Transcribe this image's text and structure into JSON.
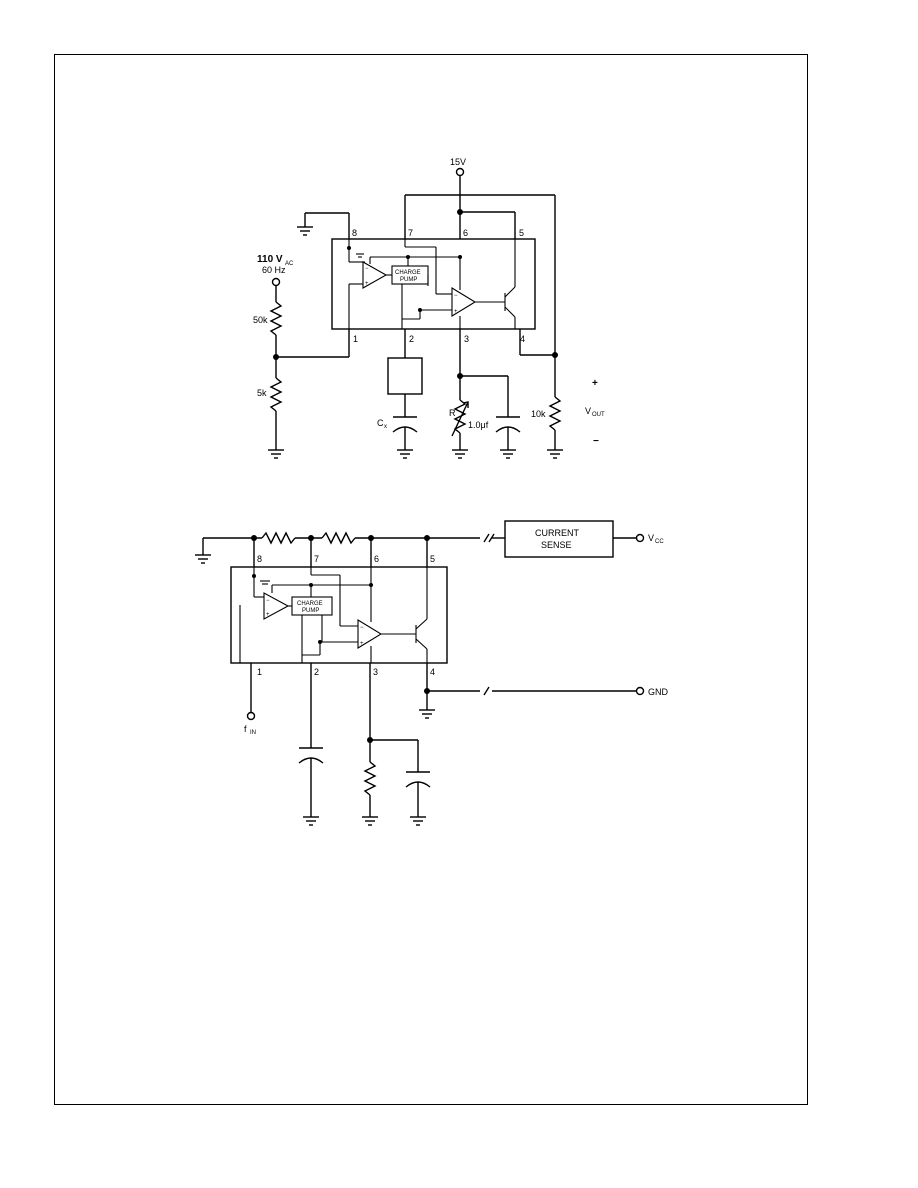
{
  "diagram1": {
    "supply_label": "15V",
    "input_label_main": "110 V",
    "input_label_sub": "AC",
    "input_freq": "60 Hz",
    "r_top": "50k",
    "r_bottom": "5k",
    "cap_label": "C",
    "cap_sub": "x",
    "r_adj": "R",
    "cap2_label": "1.0μf",
    "r_out": "10k",
    "plus": "+",
    "minus": "−",
    "vout_main": "V",
    "vout_sub": "OUT",
    "pump_line1": "CHARGE",
    "pump_line2": "PUMP",
    "pins": [
      "8",
      "7",
      "6",
      "5",
      "1",
      "2",
      "3",
      "4"
    ]
  },
  "diagram2": {
    "current_sense_line1": "CURRENT",
    "current_sense_line2": "SENSE",
    "vcc_main": "V",
    "vcc_sub": "CC",
    "gnd": "GND",
    "fin_main": "f",
    "fin_sub": "IN",
    "pump_line1": "CHARGE",
    "pump_line2": "PUMP",
    "pins": [
      "8",
      "7",
      "6",
      "5",
      "1",
      "2",
      "3",
      "4"
    ]
  }
}
